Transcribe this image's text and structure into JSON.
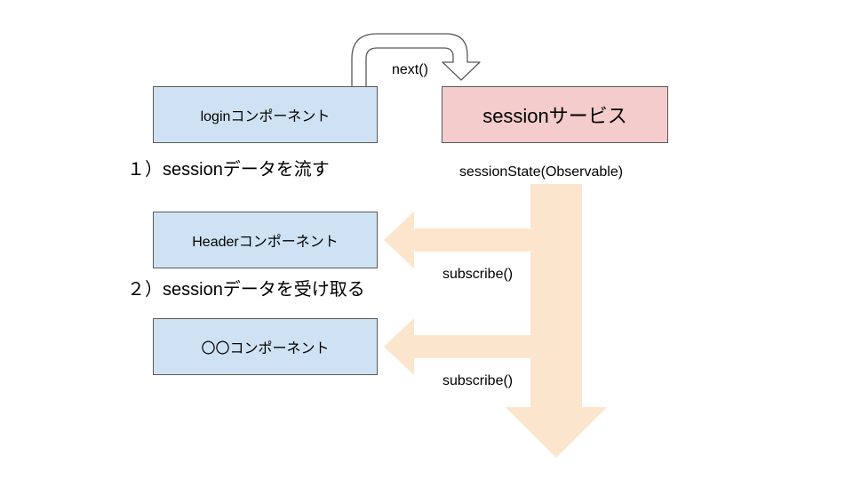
{
  "nodes": {
    "login": "loginコンポーネント",
    "session": "sessionサービス",
    "header": "Headerコンポーネント",
    "other": "〇〇コンポーネント"
  },
  "edges": {
    "next": "next()",
    "session_state": "sessionState(Observable)",
    "subscribe_1": "subscribe()",
    "subscribe_2": "subscribe()"
  },
  "steps": {
    "step1": "１）sessionデータを流す",
    "step2": "２）sessionデータを受け取る"
  },
  "colors": {
    "component_fill": "#cfe2f3",
    "service_fill": "#f4cccc",
    "stream_arrow": "#fce5cd",
    "curved_arrow_fill": "#ffffff",
    "outline": "#595959"
  }
}
